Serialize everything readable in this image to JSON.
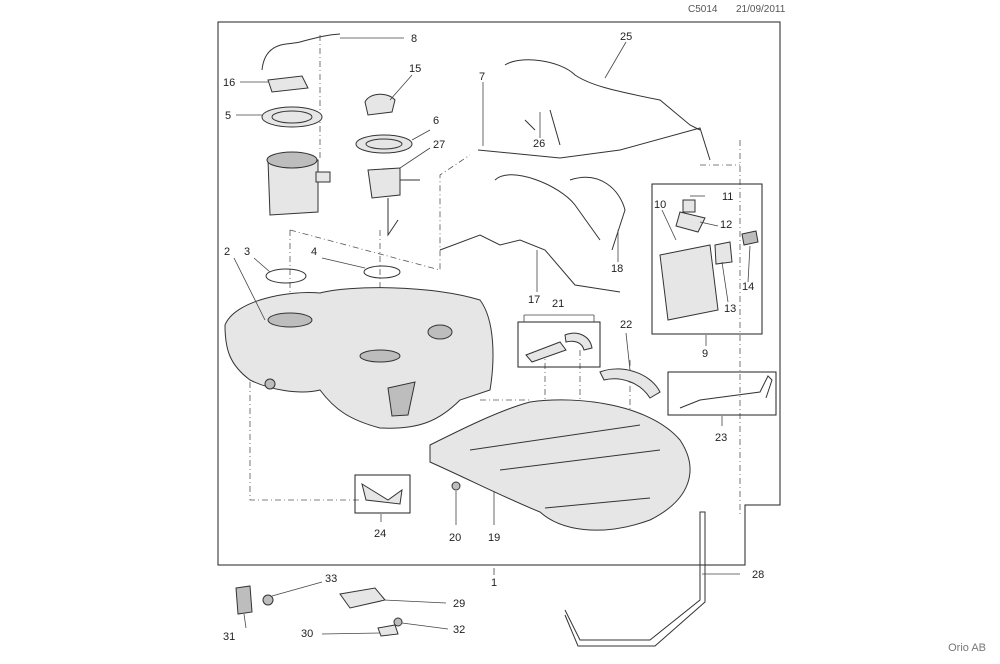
{
  "header": {
    "code": "C5014",
    "date": "21/09/2011"
  },
  "footer": {
    "brand": "Orio AB"
  },
  "callouts": {
    "c1": "1",
    "c2": "2",
    "c3": "3",
    "c4": "4",
    "c5": "5",
    "c6": "6",
    "c7": "7",
    "c8": "8",
    "c9": "9",
    "c10": "10",
    "c11": "11",
    "c12": "12",
    "c13": "13",
    "c14": "14",
    "c15": "15",
    "c16": "16",
    "c17": "17",
    "c18": "18",
    "c19": "19",
    "c20": "20",
    "c21": "21",
    "c22": "22",
    "c23": "23",
    "c24": "24",
    "c25": "25",
    "c26": "26",
    "c27": "27",
    "c28": "28",
    "c29": "29",
    "c30": "30",
    "c31": "31",
    "c32": "32",
    "c33": "33"
  }
}
